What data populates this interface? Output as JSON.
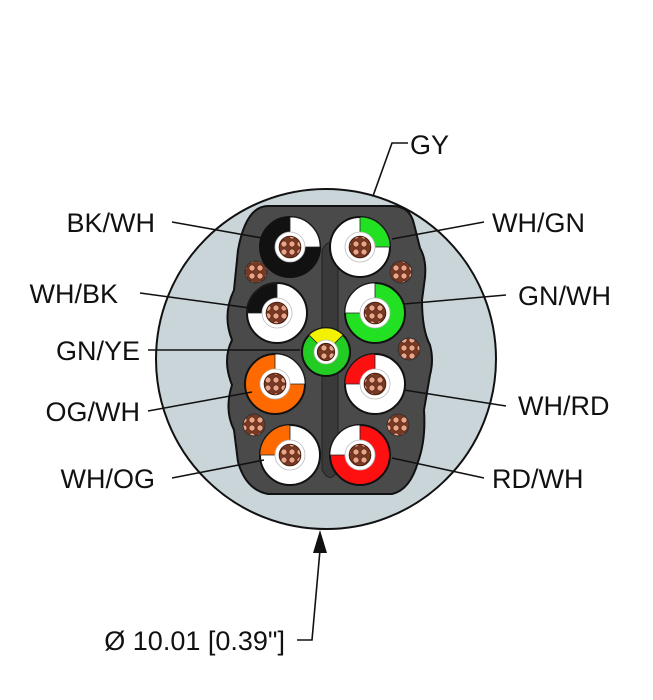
{
  "jacket": {
    "label": "GY",
    "color": "#c9d5d9"
  },
  "dimension": {
    "label": "Ø 10.01 [0.39\"]"
  },
  "conductors": [
    {
      "label": "BK/WH",
      "main": "#111111",
      "stripe": "#ffffff"
    },
    {
      "label": "WH/BK",
      "main": "#ffffff",
      "stripe": "#111111"
    },
    {
      "label": "GN/YE",
      "main": "#22cc22",
      "stripe": "#f2f200"
    },
    {
      "label": "OG/WH",
      "main": "#ff6a00",
      "stripe": "#ffffff"
    },
    {
      "label": "WH/OG",
      "main": "#ffffff",
      "stripe": "#ff6a00"
    },
    {
      "label": "WH/GN",
      "main": "#ffffff",
      "stripe": "#22e022"
    },
    {
      "label": "GN/WH",
      "main": "#22e022",
      "stripe": "#ffffff"
    },
    {
      "label": "WH/RD",
      "main": "#ffffff",
      "stripe": "#ff1010"
    },
    {
      "label": "RD/WH",
      "main": "#ff1010",
      "stripe": "#ffffff"
    }
  ]
}
